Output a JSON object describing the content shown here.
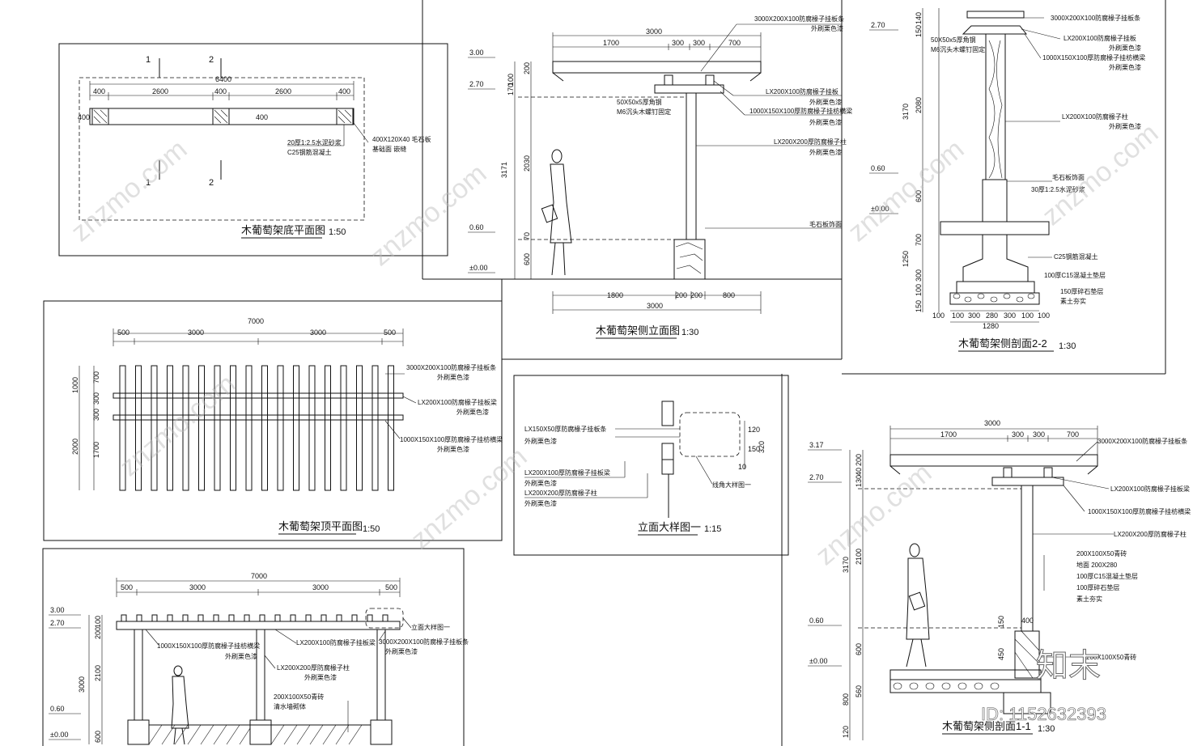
{
  "views": {
    "plan_base": {
      "title": "木葡萄架底平面图",
      "scale": "1:50",
      "dims": [
        "6400",
        "400",
        "2600",
        "400",
        "2600",
        "400"
      ],
      "side_dim": "400",
      "mid_dim": "400",
      "section_marks": [
        "1",
        "2",
        "1",
        "2"
      ],
      "notes": [
        "20厚1:2.5水泥砂浆",
        "C25钢筋混凝土",
        "400X120X40 毛石板",
        "基础面 嵌缝"
      ]
    },
    "side_elev": {
      "title": "木葡萄架侧立面图",
      "scale": "1:30",
      "top_dims": [
        "3000",
        "1700",
        "300",
        "300",
        "700"
      ],
      "bottom_dims": [
        "1800",
        "200",
        "200",
        "800",
        "3000"
      ],
      "levels": [
        "3.00",
        "2.70",
        "0.60",
        "±0.00"
      ],
      "vert_dims": [
        "100",
        "200",
        "170",
        "3171",
        "2030",
        "70",
        "600"
      ],
      "notes": [
        "3000X200X100防腐椽子挂板条",
        "外刷栗色漆",
        "50X50x5厚角钢",
        "M6沉头木螺钉固定",
        "LX200X100防腐椽子挂板",
        "外刷栗色漆",
        "1000X150X100厚防腐椽子挂枋横梁",
        "外刷栗色漆",
        "LX200X200厚防腐椽子柱",
        "外刷栗色漆",
        "毛石板饰面"
      ]
    },
    "section22": {
      "title": "木葡萄架侧剖面2-2",
      "scale": "1:30",
      "levels": [
        "2.70",
        "0.60",
        "±0.00"
      ],
      "vert_dims": [
        "140",
        "150",
        "3170",
        "2080",
        "600",
        "700",
        "1250",
        "300",
        "100",
        "150"
      ],
      "bottom_dims": [
        "100",
        "100",
        "300",
        "280",
        "300",
        "100",
        "100",
        "1280"
      ],
      "notes": [
        "3000X200X100防腐椽子挂板条",
        "50X50x5厚角钢",
        "M6沉头木螺钉固定",
        "LX200X100防腐椽子挂板",
        "外刷栗色漆",
        "1000X150X100厚防腐椽子挂枋横梁",
        "外刷栗色漆",
        "LX200X100防腐椽子柱",
        "外刷栗色漆",
        "毛石板饰面",
        "30厚1:2.5水泥砂浆",
        "C25钢筋混凝土",
        "100厚C15混凝土垫层",
        "150厚碎石垫层",
        "素土夯实"
      ]
    },
    "plan_top": {
      "title": "木葡萄架顶平面图",
      "scale": "1:50",
      "dims": [
        "7000",
        "500",
        "3000",
        "3000",
        "500"
      ],
      "vert_dims": [
        "1000",
        "700",
        "300",
        "300",
        "2000",
        "1700"
      ],
      "notes": [
        "3000X200X100防腐椽子挂板条",
        "外刷栗色漆",
        "LX200X100防腐椽子挂板梁",
        "外刷栗色漆",
        "1000X150X100厚防腐椽子挂枋横梁",
        "外刷栗色漆"
      ]
    },
    "detail": {
      "title": "立面大样图一",
      "scale": "1:15",
      "dims": [
        "120",
        "150",
        "320",
        "10"
      ],
      "notes": [
        "LX150X50厚防腐椽子挂板条",
        "外刷栗色漆",
        "LX200X100厚防腐椽子挂板梁",
        "外刷栗色漆",
        "LX200X200厚防腐椽子柱",
        "外刷栗色漆",
        "线角大样图一"
      ]
    },
    "front_elev": {
      "dims": [
        "7000",
        "500",
        "3000",
        "3000",
        "500"
      ],
      "levels": [
        "3.00",
        "2.70",
        "0.60",
        "±0.00"
      ],
      "vert_dims": [
        "100",
        "200",
        "3000",
        "2100",
        "600"
      ],
      "notes": [
        "立面大样图一",
        "1000X150X100厚防腐椽子挂枋横梁",
        "外刷栗色漆",
        "LX200X100防腐椽子挂板梁",
        "3000X200X100防腐椽子挂板条",
        "外刷栗色漆",
        "LX200X200厚防腐椽子柱",
        "外刷栗色漆",
        "200X100X50青砖",
        "清水墙砌体"
      ]
    },
    "section11": {
      "title": "木葡萄架侧剖面1-1",
      "scale": "1:30",
      "top_dims": [
        "3000",
        "1700",
        "300",
        "300",
        "700"
      ],
      "levels": [
        "3.17",
        "2.70",
        "0.60",
        "±0.00"
      ],
      "vert_dims": [
        "200",
        "40",
        "130",
        "3170",
        "2100",
        "600",
        "800",
        "560",
        "120",
        "150",
        "450",
        "400"
      ],
      "notes": [
        "3000X200X100防腐椽子挂板条",
        "LX200X100防腐椽子挂板梁",
        "1000X150X100厚防腐椽子挂枋横梁",
        "LX200X200厚防腐椽子柱",
        "200X100X50青砖",
        "地面 200X280",
        "100厚C15混凝土垫层",
        "100厚碎石垫层",
        "素土夯实",
        "200X100X50青砖"
      ]
    }
  },
  "watermark": {
    "text": "znzmo.com",
    "brand": "知末",
    "id": "ID: 1152632393"
  }
}
